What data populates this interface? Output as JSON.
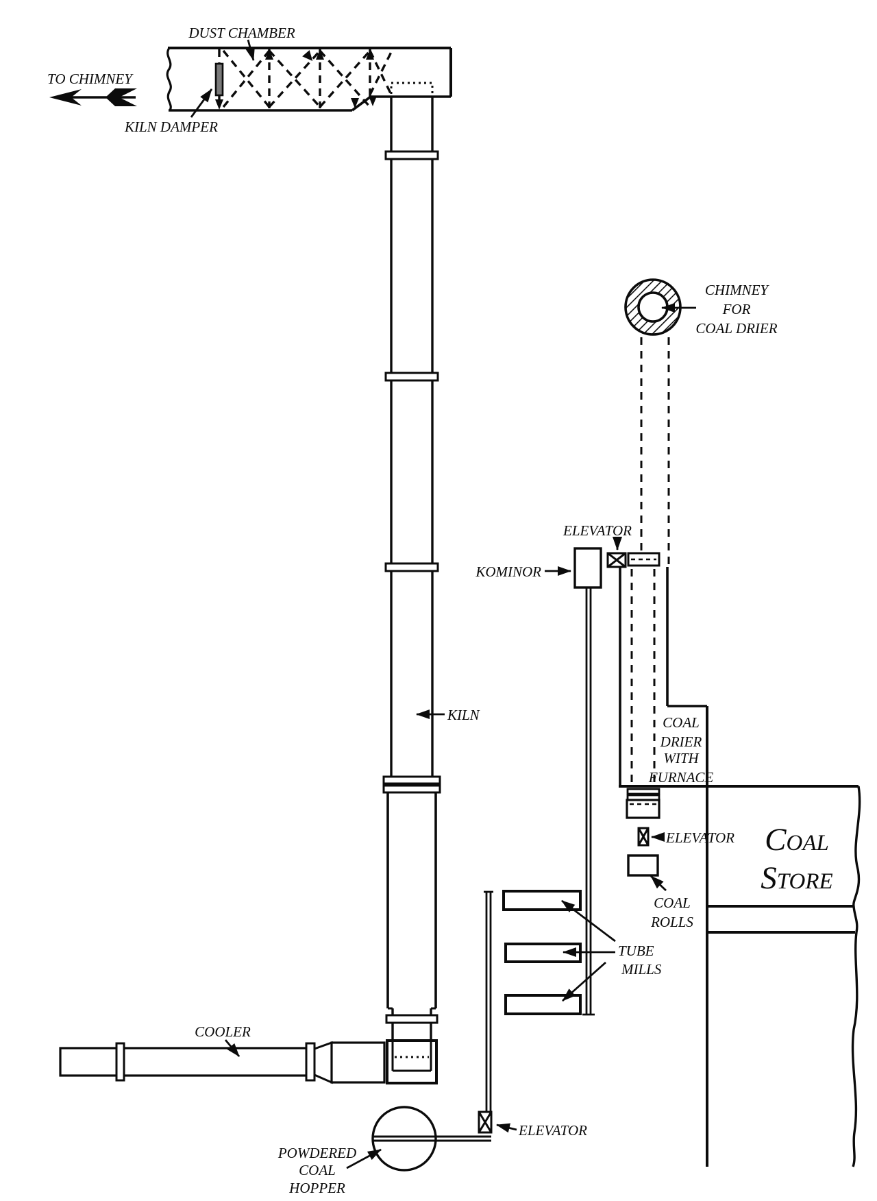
{
  "diagram": {
    "kind": "process-flow-line-drawing",
    "subject": "rotary kiln plant with coal drying and grinding equipment"
  },
  "colors": {
    "ink": "#0b0b0b",
    "paper": "#ffffff",
    "damper_fill": "#7a7a7a"
  },
  "labels": {
    "dust_chamber": "DUST CHAMBER",
    "to_chimney": "TO CHIMNEY",
    "kiln_damper": "KILN DAMPER",
    "chimney_line1": "CHIMNEY",
    "chimney_line2": "FOR",
    "chimney_line3": "COAL DRIER",
    "elevator_top": "ELEVATOR",
    "kominor": "KOMINOR",
    "kiln": "KILN",
    "coal_drier_line1": "COAL",
    "coal_drier_line2": "DRIER",
    "coal_drier_line3": "WITH",
    "coal_drier_line4": "FURNACE",
    "coal_store_c": "C",
    "coal_store_oal": "OAL",
    "coal_store_s": "S",
    "coal_store_tore": "TORE",
    "elevator_mid": "ELEVATOR",
    "coal_rolls_line1": "COAL",
    "coal_rolls_line2": "ROLLS",
    "tube_mills_line1": "TUBE",
    "tube_mills_line2": "MILLS",
    "cooler": "COOLER",
    "elevator_bottom": "ELEVATOR",
    "hopper_line1": "POWDERED",
    "hopper_line2": "COAL",
    "hopper_line3": "HOPPER"
  }
}
